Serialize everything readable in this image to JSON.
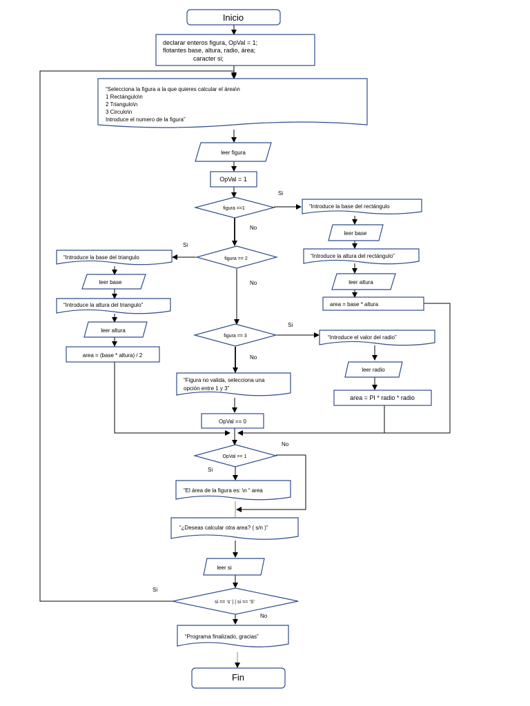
{
  "diagram": {
    "inicio": "Inicio",
    "declare": [
      "declarar enteros figura, OpVal = 1;",
      "flotantes base, altura, radio, área;",
      "caracter si;"
    ],
    "menu": [
      "“Selecciona la figura a la que quieres calcular el área\\n",
      "1 Rectángulo\\n",
      "2 Triangulo\\n",
      "3 Circulo\\n",
      "Introduce el numero de la figura”"
    ],
    "leer_figura": "leer figura",
    "opval_1": "OpVal = 1",
    "dec_figura1": "figura ==1",
    "si_1": "Si",
    "no_1": "No",
    "rect_base_msg": "“Introduce la base del rectángulo",
    "leer_base_rect": "leer base",
    "rect_altura_msg": "“Introduce la altura del rectángulo”",
    "leer_altura_rect": "leer altura",
    "area_rect": "area = base * altura",
    "dec_figura2": "figura == 2",
    "si_2": "Si",
    "no_2": "No",
    "tri_base_msg": "“Introduce la base del triangulo",
    "leer_base_tri": "leer base",
    "tri_altura_msg": "“Introduce la altura del triangulo”",
    "leer_altura_tri": "leer altura",
    "area_tri": "area = (base * altura) / 2",
    "dec_figura3": "figura == 3",
    "si_3": "Si",
    "no_3": "No",
    "radio_msg": "“Introduce el valor del radio”",
    "leer_radio": "leer radio",
    "area_circ": "area = PI * radio * radio",
    "invalid_msg": [
      "“Figura no valida, selecciona una",
      "opción entre 1 y 3”"
    ],
    "opval_0": "OpVal == 0",
    "dec_opval": "OpVal == 1",
    "si_4": "Si",
    "no_4": "No",
    "area_out": "“El área de la figura es: \\n “ area",
    "again_msg": "“¿Deseas calcular otra area?  ( s/n )”",
    "leer_si": "leer si",
    "dec_si": "si == ‘s’  | | si == ‘S’",
    "si_5": "Si",
    "no_5": "No",
    "fin_msg": "“Programa finalizado, gracias”",
    "fin": "Fin"
  }
}
